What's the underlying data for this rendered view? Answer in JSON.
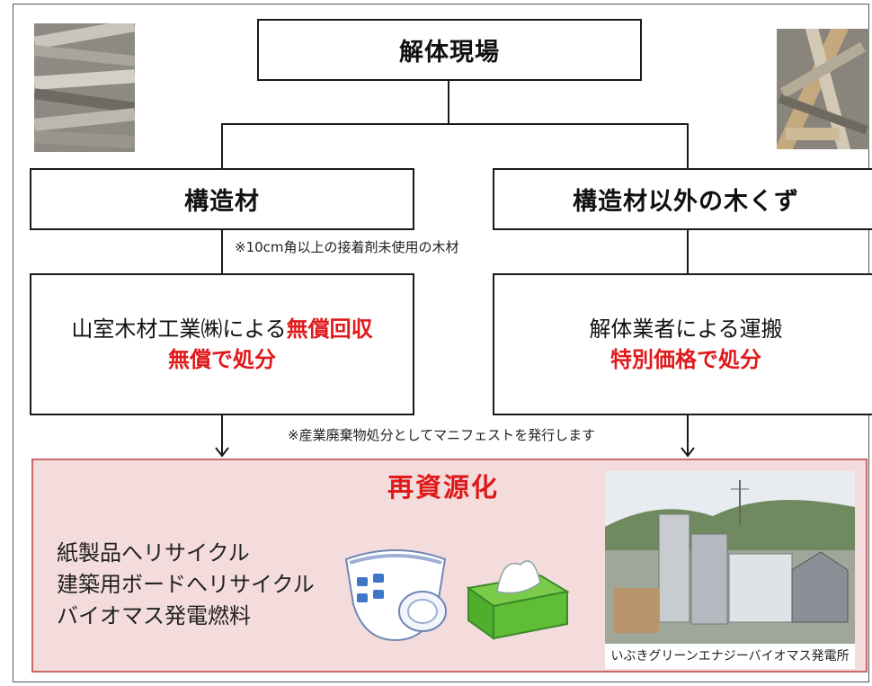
{
  "top": {
    "title": "解体現場"
  },
  "left_branch": {
    "title": "構造材",
    "note": "※10cm角以上の接着剤未使用の木材",
    "box_line1_normal": "山室木材工業㈱による",
    "box_line1_red": "無償回収",
    "box_line2_red": "無償で処分"
  },
  "right_branch": {
    "title": "構造材以外の木くず",
    "box_line1": "解体業者による運搬",
    "box_line2_red": "特別価格で処分"
  },
  "manifest_note": "※産業廃棄物処分としてマニフェストを発行します",
  "recycle": {
    "title": "再資源化",
    "uses": [
      "紙製品へリサイクル",
      "建築用ボードへリサイクル",
      "バイオマス発電燃料"
    ],
    "plant_caption": "いぶきグリーンエナジーバイオマス発電所"
  },
  "colors": {
    "accent_red": "#e0191b",
    "recycle_bg": "#f4dcdc",
    "recycle_border": "#c96a6a"
  },
  "icons": [
    "wood-pile-photo",
    "wood-scrap-photo",
    "diaper-illustration",
    "tissue-box-illustration",
    "power-plant-photo"
  ]
}
